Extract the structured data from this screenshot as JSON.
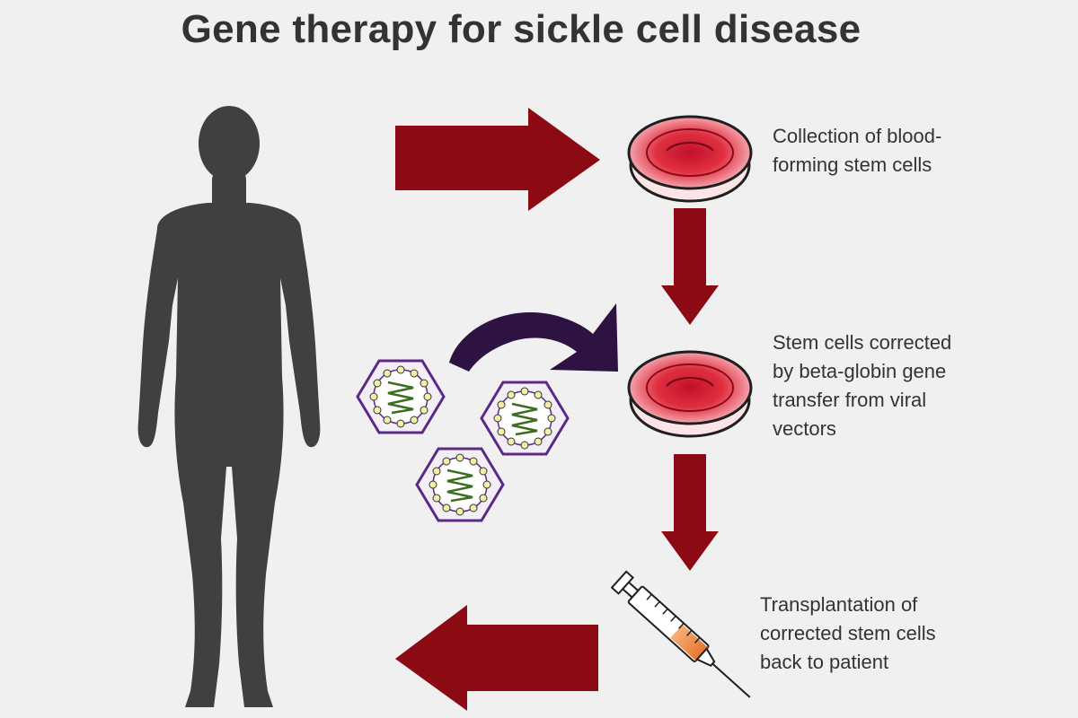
{
  "title": "Gene therapy for sickle cell disease",
  "colors": {
    "background": "#f0f0f0",
    "arrow": "#8b0a14",
    "curved_arrow": "#2e1342",
    "silhouette": "#404040",
    "dish_red": "#d9213a",
    "virus_outline": "#5b2a86",
    "virus_coil": "#3b6e1f",
    "text": "#333333"
  },
  "icons": {
    "patient": "human-silhouette-icon",
    "dish": "petri-dish-icon",
    "vector": "viral-vector-icon",
    "syringe": "syringe-icon"
  },
  "steps": [
    {
      "lines": [
        "Collection of blood-",
        "forming stem cells"
      ]
    },
    {
      "lines": [
        "Stem cells corrected",
        "by beta-globin gene",
        "transfer from viral",
        "vectors"
      ]
    },
    {
      "lines": [
        "Transplantation of",
        "corrected stem cells",
        "back to patient"
      ]
    }
  ]
}
